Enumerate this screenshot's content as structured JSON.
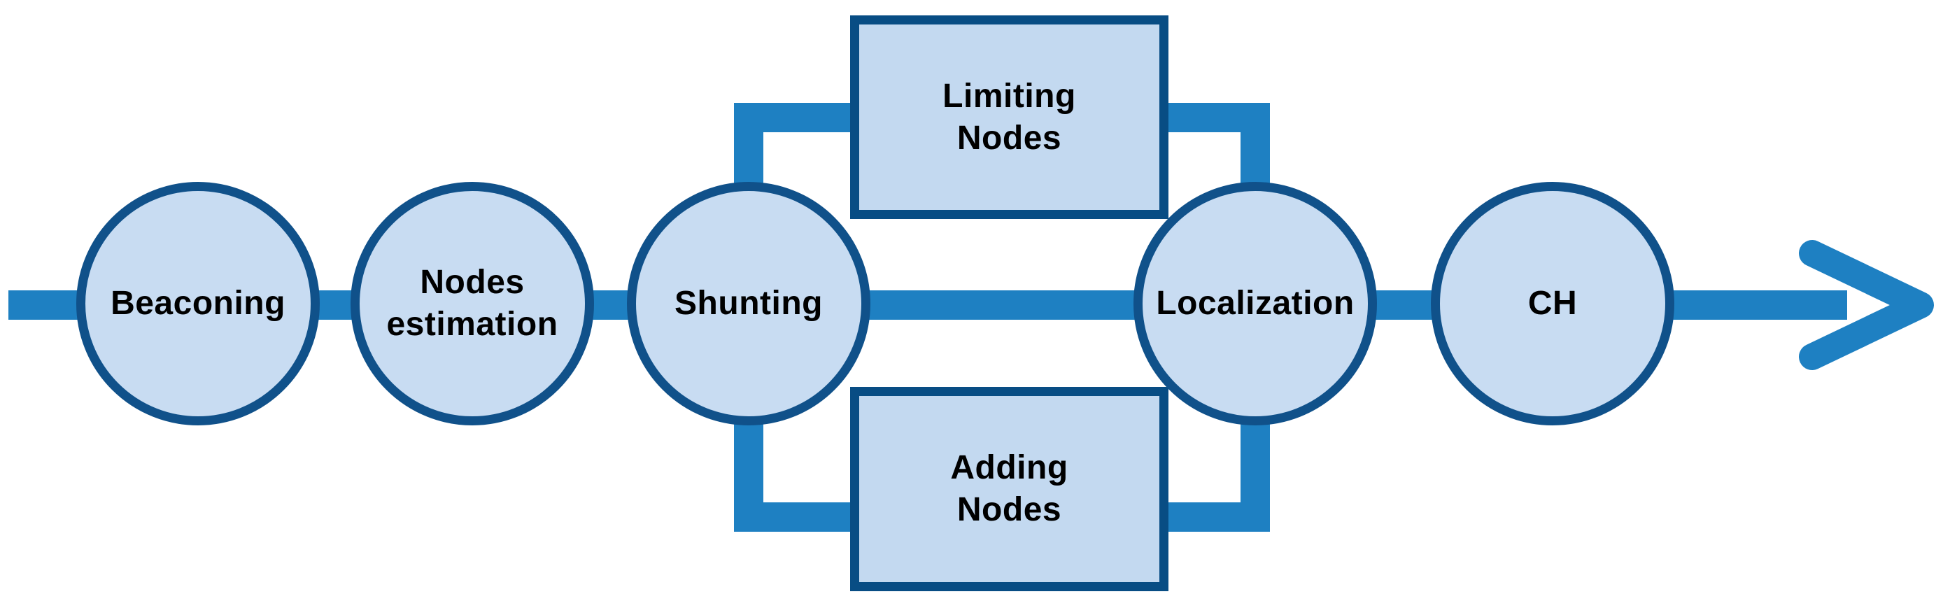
{
  "diagram": {
    "type": "flowchart",
    "flow_direction": "left-to-right",
    "stages": [
      {
        "id": "beaconing",
        "label": "Beaconing",
        "shape": "circle"
      },
      {
        "id": "nodes-estimation",
        "label": "Nodes\nestimation",
        "shape": "circle"
      },
      {
        "id": "shunting",
        "label": "Shunting",
        "shape": "circle"
      },
      {
        "id": "localization",
        "label": "Localization",
        "shape": "circle"
      },
      {
        "id": "ch",
        "label": "CH",
        "shape": "circle"
      }
    ],
    "branches": [
      {
        "id": "limiting-nodes",
        "label": "Limiting\nNodes",
        "position": "top",
        "shape": "rectangle",
        "from": "shunting",
        "to": "localization"
      },
      {
        "id": "adding-nodes",
        "label": "Adding\nNodes",
        "position": "bottom",
        "shape": "rectangle",
        "from": "shunting",
        "to": "localization"
      }
    ],
    "arrow": {
      "name": "flow-arrow",
      "direction": "right"
    },
    "colors": {
      "connector": "#1E80C2",
      "node_fill": "#C8DCF2",
      "node_border": "#10518A",
      "box_fill": "#C3D9F0",
      "box_border": "#084D84",
      "text": "#000000",
      "background": "#FFFFFF"
    }
  }
}
